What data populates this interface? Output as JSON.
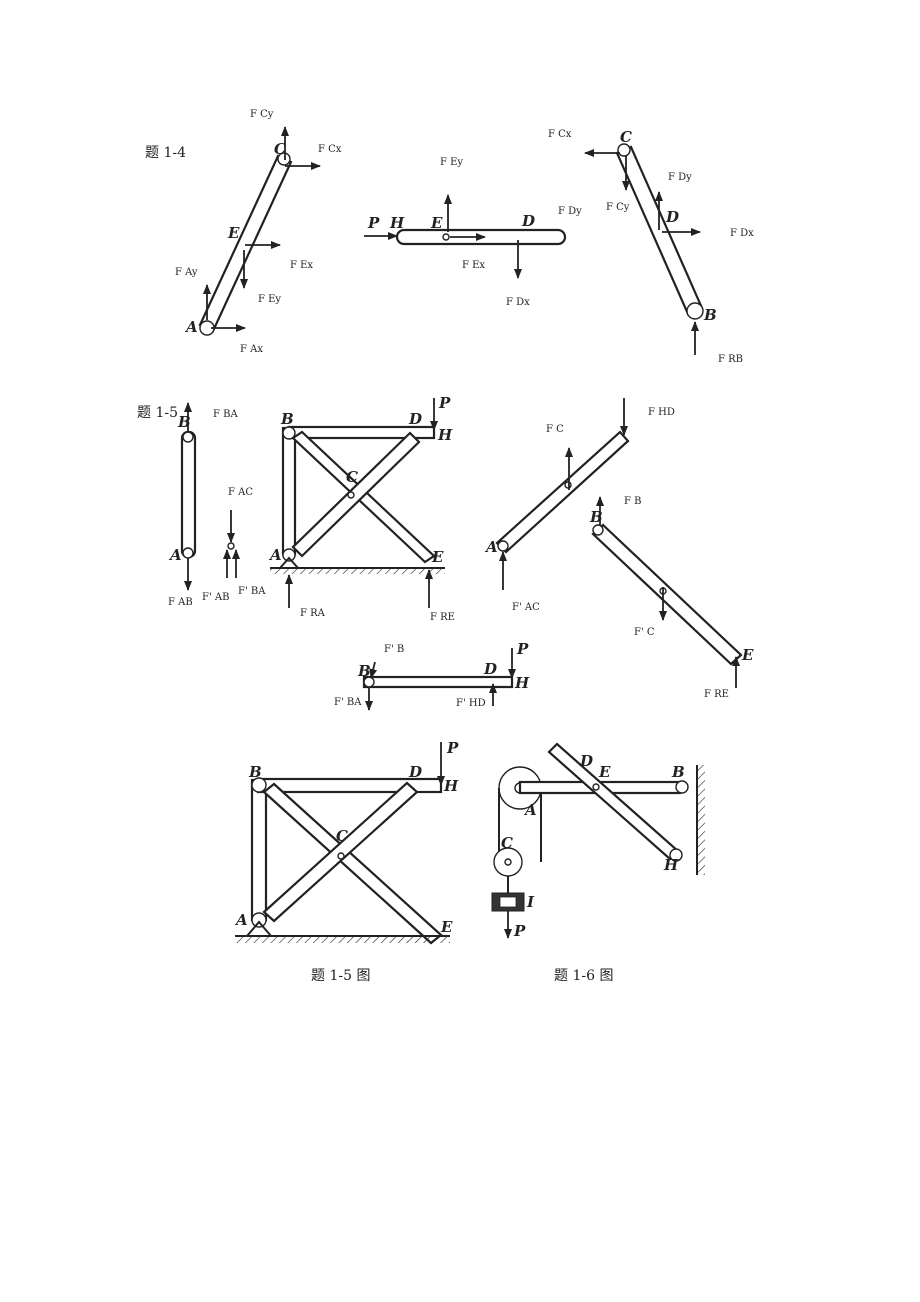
{
  "captions": {
    "p14": "题  1-4",
    "p15_top": "题  1-5",
    "fig15": "题  1-5    图",
    "fig16": "题  1-6    图"
  },
  "fig14": {
    "bar_AC": {
      "points": [
        "C",
        "E",
        "A"
      ],
      "forces": [
        "F Cy",
        "F Cx",
        "F Ex",
        "F Ey",
        "F Ay",
        "F Ax"
      ]
    },
    "bar_HD": {
      "points": [
        "P",
        "H",
        "E",
        "D"
      ],
      "forces": [
        "F Ey",
        "F Ex",
        "F Dy",
        "F Dx"
      ]
    },
    "bar_CB": {
      "points": [
        "C",
        "D",
        "B"
      ],
      "forces": [
        "F Cx",
        "F Cy",
        "F Dy",
        "F Dx",
        "F RB"
      ]
    }
  },
  "fig15a": {
    "rod_AB": {
      "points": [
        "B",
        "A"
      ],
      "forces": [
        "F BA",
        "F AB"
      ]
    },
    "pin_A": {
      "forces": [
        "F AC",
        "F' AB",
        "F' BA"
      ]
    }
  },
  "fig15b": {
    "points": [
      "B",
      "D",
      "H",
      "P",
      "C",
      "A",
      "E"
    ],
    "forces": [
      "F RA",
      "F RE"
    ]
  },
  "fig15c": {
    "points": [
      "A"
    ],
    "forces": [
      "F C",
      "F HD",
      "F' AC"
    ]
  },
  "fig15d": {
    "points": [
      "B",
      "E"
    ],
    "forces": [
      "F B",
      "F' C",
      "F RE"
    ]
  },
  "fig15e": {
    "points": [
      "B",
      "D",
      "P",
      "H"
    ],
    "forces": [
      "F' B",
      "F' BA",
      "F' HD"
    ]
  },
  "fig15f": {
    "points": [
      "P",
      "B",
      "D",
      "H",
      "C",
      "A",
      "E"
    ]
  },
  "fig16": {
    "points": [
      "D",
      "E",
      "B",
      "A",
      "C",
      "H",
      "I",
      "P"
    ]
  }
}
